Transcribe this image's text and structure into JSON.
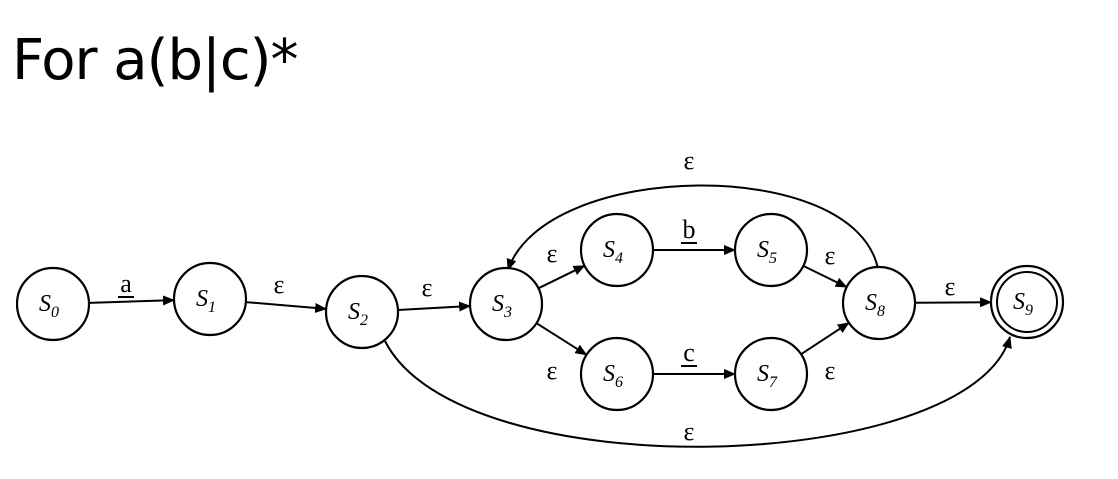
{
  "title": "For a(b|c)*",
  "states": [
    {
      "id": "s0",
      "name": "S",
      "sub": "0",
      "accepting": false
    },
    {
      "id": "s1",
      "name": "S",
      "sub": "1",
      "accepting": false
    },
    {
      "id": "s2",
      "name": "S",
      "sub": "2",
      "accepting": false
    },
    {
      "id": "s3",
      "name": "S",
      "sub": "3",
      "accepting": false
    },
    {
      "id": "s4",
      "name": "S",
      "sub": "4",
      "accepting": false
    },
    {
      "id": "s5",
      "name": "S",
      "sub": "5",
      "accepting": false
    },
    {
      "id": "s6",
      "name": "S",
      "sub": "6",
      "accepting": false
    },
    {
      "id": "s7",
      "name": "S",
      "sub": "7",
      "accepting": false
    },
    {
      "id": "s8",
      "name": "S",
      "sub": "8",
      "accepting": false
    },
    {
      "id": "s9",
      "name": "S",
      "sub": "9",
      "accepting": true
    }
  ],
  "transitions": [
    {
      "from": "s0",
      "to": "s1",
      "label": "a",
      "underline": true
    },
    {
      "from": "s1",
      "to": "s2",
      "label": "ε",
      "underline": false
    },
    {
      "from": "s2",
      "to": "s3",
      "label": "ε",
      "underline": false
    },
    {
      "from": "s3",
      "to": "s4",
      "label": "ε",
      "underline": false
    },
    {
      "from": "s4",
      "to": "s5",
      "label": "b",
      "underline": true
    },
    {
      "from": "s5",
      "to": "s8",
      "label": "ε",
      "underline": false
    },
    {
      "from": "s3",
      "to": "s6",
      "label": "ε",
      "underline": false
    },
    {
      "from": "s6",
      "to": "s7",
      "label": "c",
      "underline": true
    },
    {
      "from": "s7",
      "to": "s8",
      "label": "ε",
      "underline": false
    },
    {
      "from": "s8",
      "to": "s9",
      "label": "ε",
      "underline": false
    },
    {
      "from": "s8",
      "to": "s3",
      "label": "ε",
      "underline": false
    },
    {
      "from": "s2",
      "to": "s9",
      "label": "ε",
      "underline": false
    }
  ],
  "colors": {
    "stroke": "#000000",
    "fill": "#ffffff",
    "text": "#000000"
  }
}
